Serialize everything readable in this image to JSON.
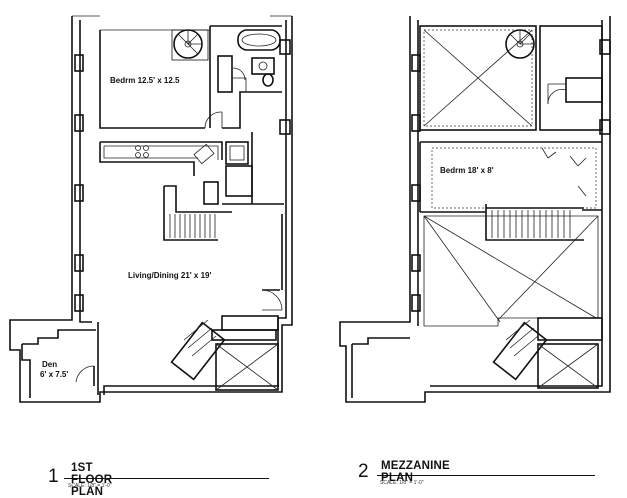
{
  "plans": [
    {
      "number": "1",
      "title": "1ST FLOOR PLAN",
      "scale": "SCALE: 1/8\" = 1'-0\"",
      "rooms": [
        {
          "name": "Bedrm 12.5' x 12.5"
        },
        {
          "name": "Living/Dining 21' x 19'"
        },
        {
          "name": "Den",
          "dims": "6' x 7.5'"
        }
      ]
    },
    {
      "number": "2",
      "title": "MEZZANINE PLAN",
      "scale": "SCALE: 1/8\" = 1'-0\"",
      "rooms": [
        {
          "name": "Bedrm 18' x 8'"
        }
      ]
    }
  ]
}
